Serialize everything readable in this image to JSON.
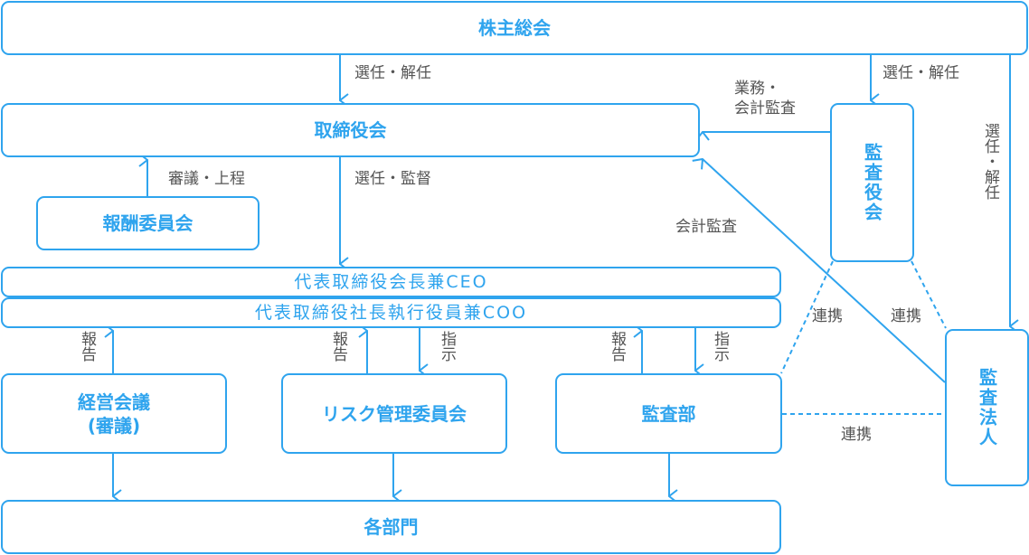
{
  "colors": {
    "accent": "#2fa4ee",
    "label_text": "#555555"
  },
  "boxes": {
    "shareholders": "株主総会",
    "board": "取締役会",
    "compensation_committee": "報酬委員会",
    "chairman_ceo": "代表取締役会長兼CEO",
    "president_coo": "代表取締役社長執行役員兼COO",
    "management_meeting": "経営会議\n(審議)",
    "risk_committee": "リスク管理委員会",
    "internal_audit": "監査部",
    "departments": "各部門",
    "audit_board": "監査役会",
    "auditor": "監査法人"
  },
  "labels": {
    "elect_dismiss_board": "選任・解任",
    "elect_dismiss_audit_board": "選任・解任",
    "elect_dismiss_auditor": "選任・解任",
    "business_accounting_audit": "業務・\n会計監査",
    "accounting_audit": "会計監査",
    "deliberation_submission": "審議・上程",
    "elect_supervise": "選任・監督",
    "report_1": "報告",
    "report_2": "報告",
    "instruct_2": "指示",
    "report_3": "報告",
    "instruct_3": "指示",
    "cooperation_1": "連携",
    "cooperation_2": "連携",
    "cooperation_3": "連携"
  }
}
